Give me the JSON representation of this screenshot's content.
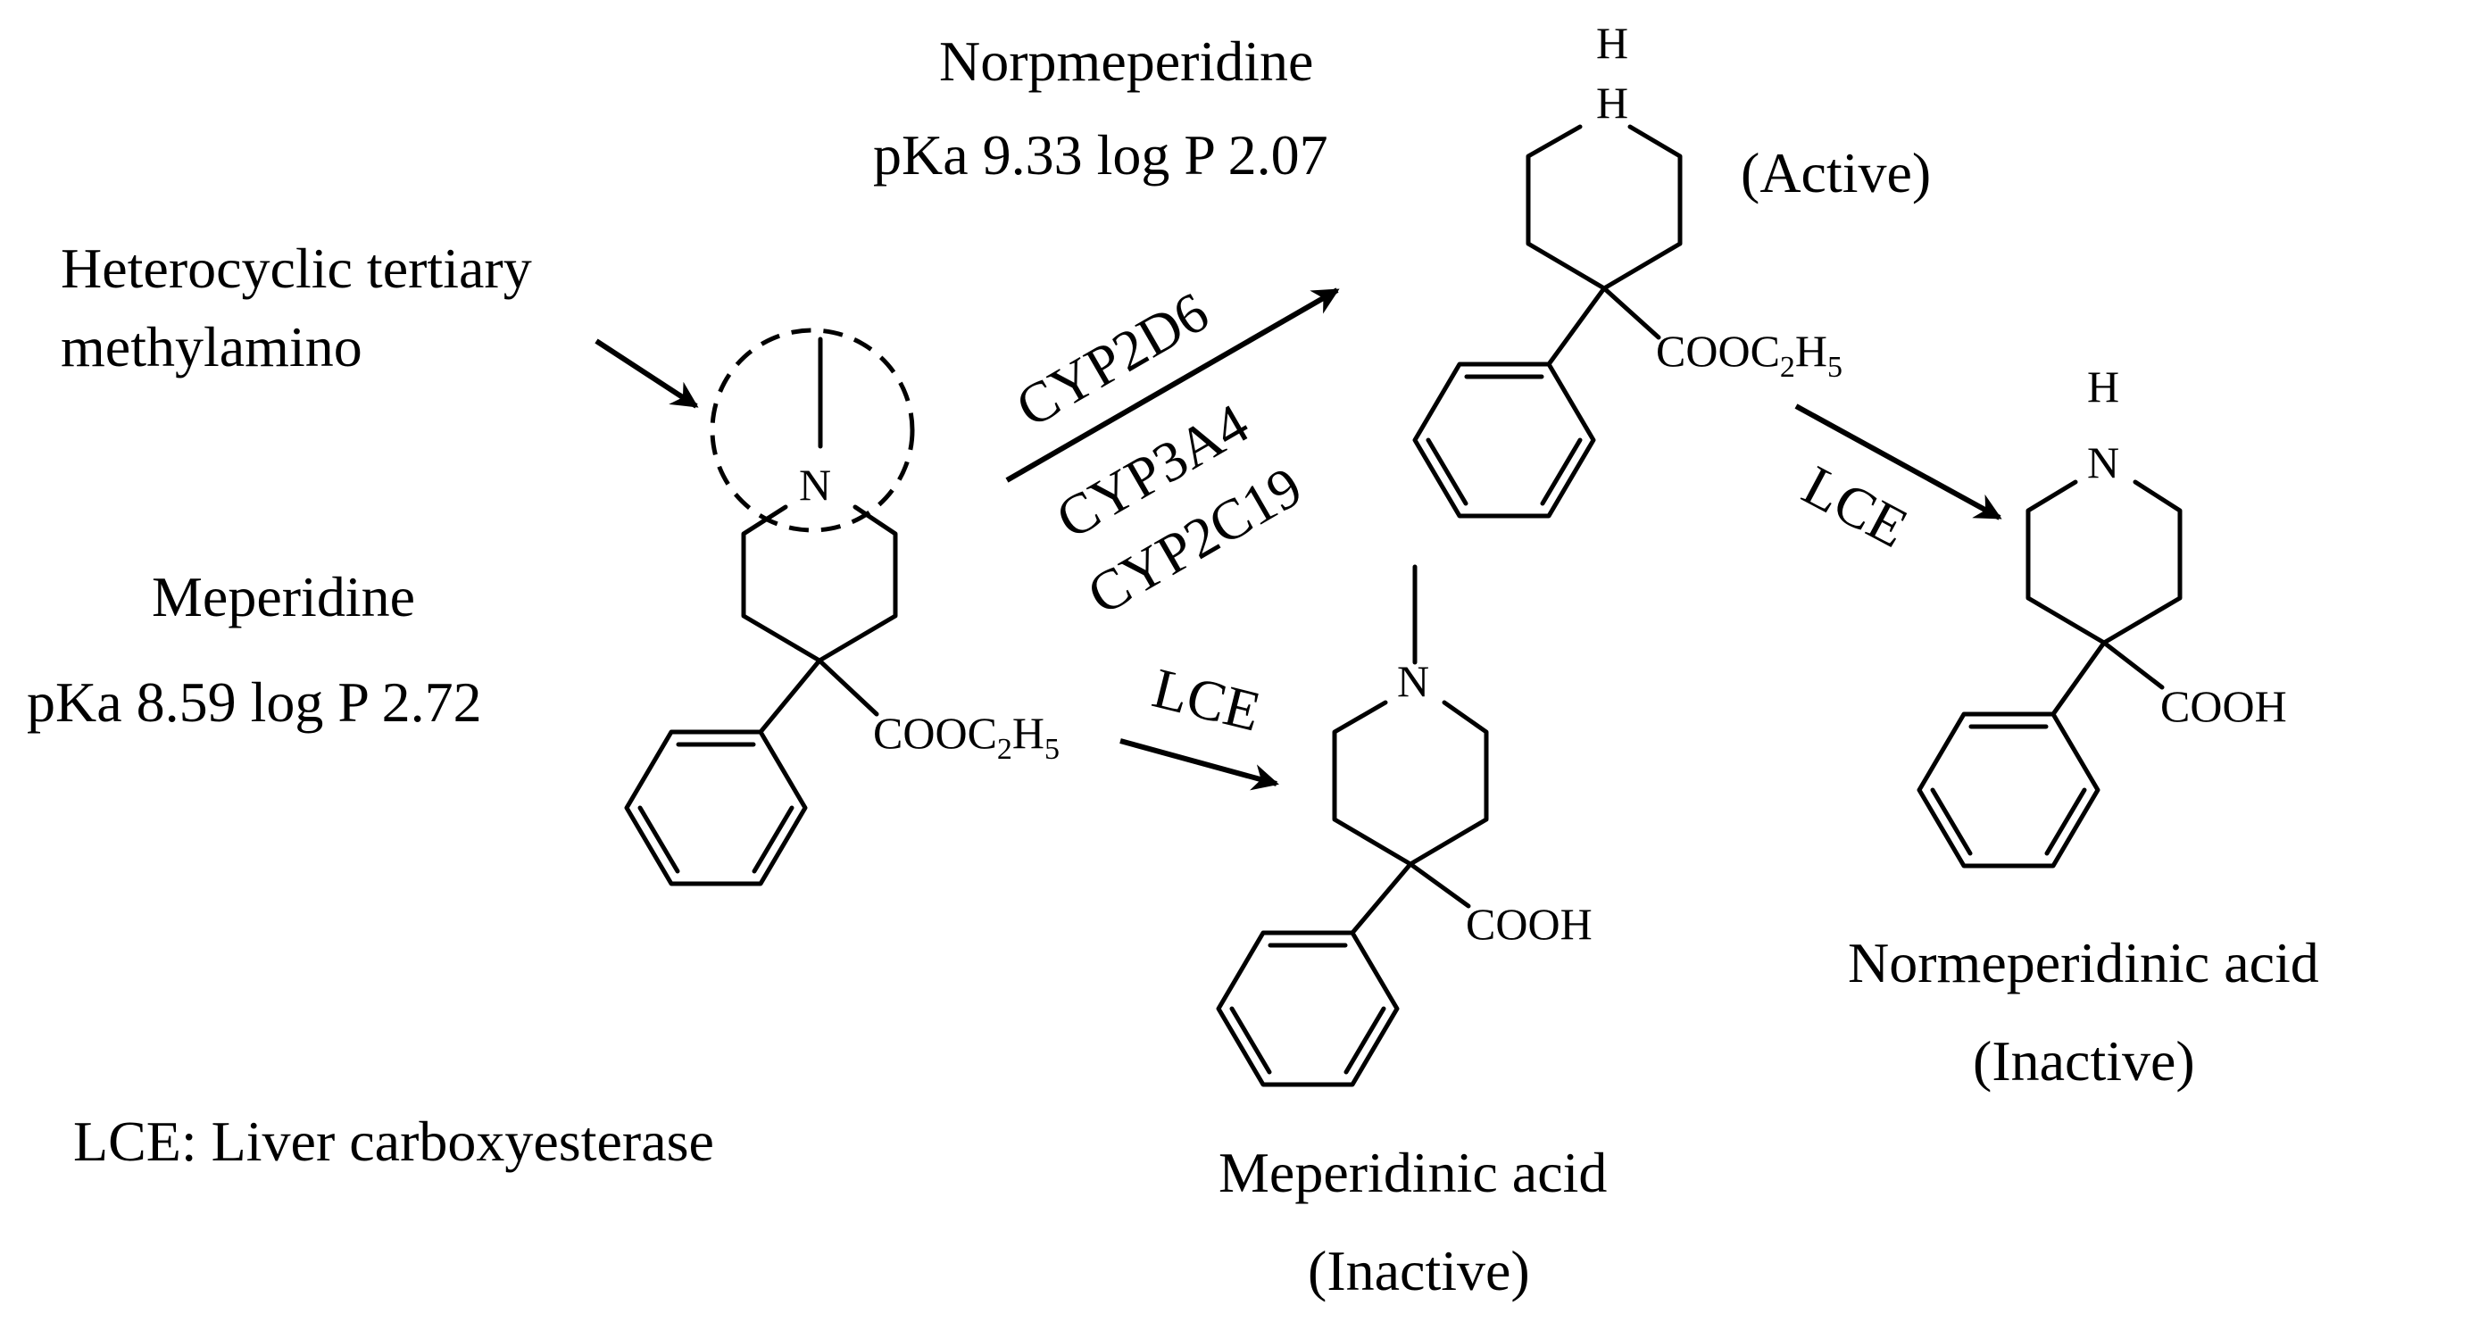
{
  "compounds": {
    "meperidine": {
      "name": "Meperidine",
      "props": "pKa 8.59   log P 2.72",
      "ester": "COOC",
      "ester_sub2": "2",
      "ester_h": "H",
      "ester_sub5": "5",
      "n_label": "N"
    },
    "norpmeperidine": {
      "name": "Norpmeperidine",
      "props": "pKa 9.33  log P 2.07",
      "status": "(Active)",
      "ester": "COOC",
      "ester_sub2": "2",
      "ester_h": "H",
      "ester_sub5": "5",
      "h_label": "H",
      "nh_label": "H"
    },
    "meperidinic_acid": {
      "name": "Meperidinic acid",
      "status": "(Inactive)",
      "acid": "COOH",
      "n_label": "N"
    },
    "normeperidinic_acid": {
      "name": "Normeperidinic acid",
      "status": "(Inactive)",
      "acid": "COOH",
      "h_label": "H",
      "n_label": "N"
    }
  },
  "annotation": {
    "line1": "Heterocyclic tertiary",
    "line2": "methylamino"
  },
  "enzymes": {
    "e1": "CYP2D6",
    "e2": "CYP3A4",
    "e3": "CYP2C19",
    "lce_a": "LCE",
    "lce_b": "LCE"
  },
  "legend": {
    "text": "LCE: Liver carboxyesterase"
  }
}
